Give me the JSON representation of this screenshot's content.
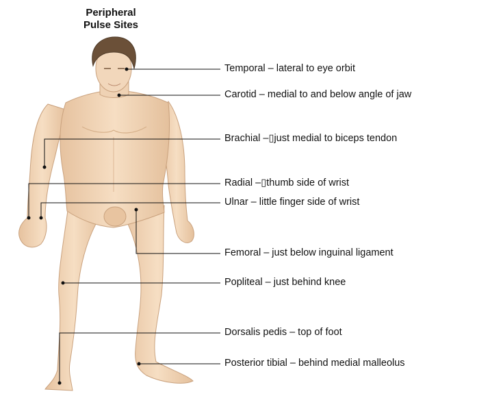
{
  "title": {
    "line1": "Peripheral",
    "line2": "Pulse Sites"
  },
  "pulse_sites": [
    {
      "name": "temporal",
      "label": "Temporal – lateral to eye orbit"
    },
    {
      "name": "carotid",
      "label": "Carotid – medial to and below angle of jaw"
    },
    {
      "name": "brachial",
      "label": "Brachial –▯just medial to biceps tendon"
    },
    {
      "name": "radial",
      "label": "Radial –▯thumb side of wrist"
    },
    {
      "name": "ulnar",
      "label": "Ulnar – little finger side of wrist"
    },
    {
      "name": "femoral",
      "label": "Femoral – just below inguinal ligament"
    },
    {
      "name": "popliteal",
      "label": "Popliteal – just behind knee"
    },
    {
      "name": "dorsalis-pedis",
      "label": "Dorsalis pedis – top of foot"
    },
    {
      "name": "posterior-tibial",
      "label": "Posterior tibial – behind medial malleolus"
    }
  ],
  "colors": {
    "skin": "#f3d9bc",
    "skin_shadow": "#e2bd98",
    "hair": "#6b5038",
    "line": "#111111",
    "dot": "#111111"
  }
}
